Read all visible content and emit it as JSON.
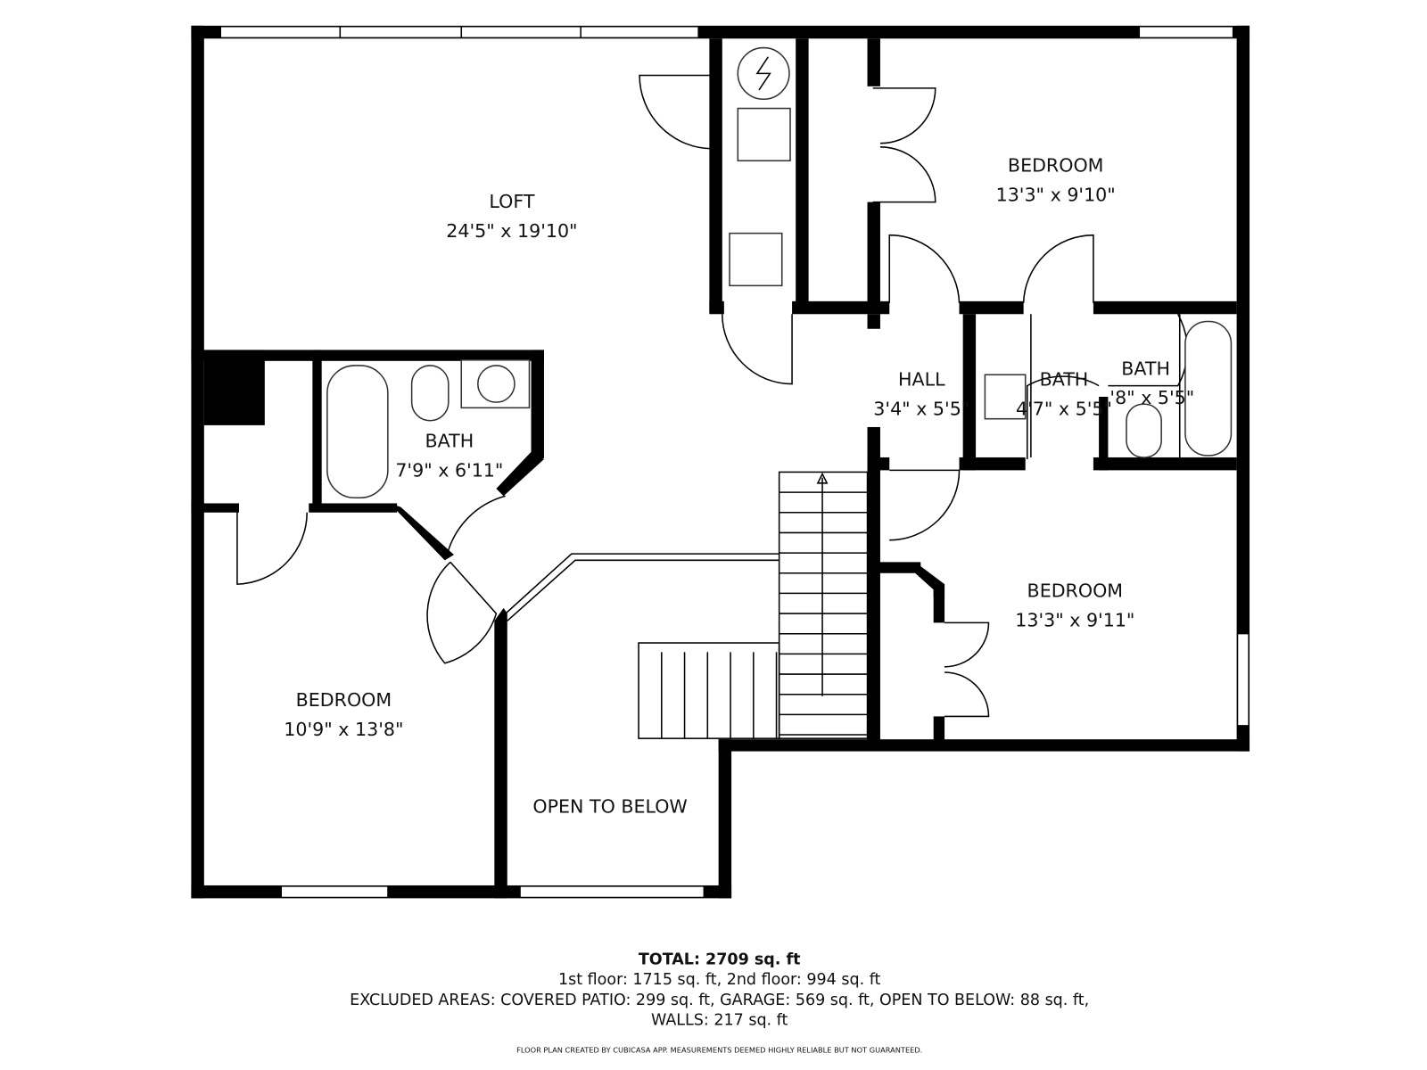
{
  "rooms": {
    "loft": {
      "name": "LOFT",
      "size": "24'5\" x 19'10\""
    },
    "bedroom_ne": {
      "name": "BEDROOM",
      "size": "13'3\" x 9'10\""
    },
    "hall": {
      "name": "HALL",
      "size": "3'4\" x 5'5\""
    },
    "bath_mid": {
      "name": "BATH",
      "size": "4'7\" x 5'5\""
    },
    "bath_right": {
      "name": "BATH",
      "size": "'8\" x 5'5\""
    },
    "bath_left": {
      "name": "BATH",
      "size": "7'9\" x 6'11\""
    },
    "bedroom_se": {
      "name": "BEDROOM",
      "size": "13'3\" x 9'11\""
    },
    "bedroom_sw": {
      "name": "BEDROOM",
      "size": "10'9\" x 13'8\""
    },
    "open_below": {
      "name": "OPEN TO BELOW"
    }
  },
  "summary": {
    "total": "TOTAL: 2709 sq. ft",
    "floors": "1st floor: 1715 sq. ft, 2nd floor: 994 sq. ft",
    "excluded": "EXCLUDED AREAS: COVERED PATIO: 299 sq. ft, GARAGE: 569 sq. ft, OPEN TO BELOW: 88 sq. ft,",
    "walls": "WALLS: 217 sq. ft",
    "disclaimer": "FLOOR PLAN CREATED BY CUBICASA APP. MEASUREMENTS DEEMED HIGHLY RELIABLE BUT NOT GUARANTEED."
  }
}
